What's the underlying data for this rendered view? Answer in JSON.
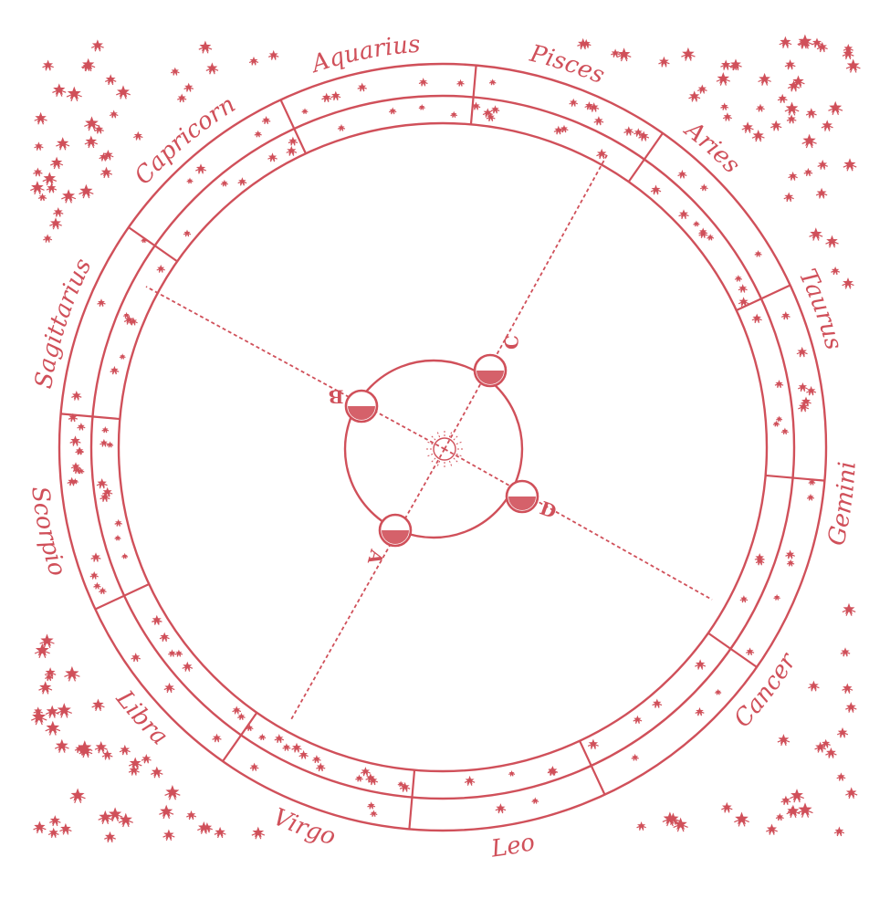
{
  "colors": {
    "ink": "#d0505a",
    "background": "#ffffff"
  },
  "diagram": {
    "zodiac_labels": [
      {
        "text": "Aquarius"
      },
      {
        "text": "Pisces"
      },
      {
        "text": "Aries"
      },
      {
        "text": "Taurus"
      },
      {
        "text": "Gemini"
      },
      {
        "text": "Cancer"
      },
      {
        "text": "Leo"
      },
      {
        "text": "Virgo"
      },
      {
        "text": "Libra"
      },
      {
        "text": "Scorpio"
      },
      {
        "text": "Sagittarius"
      },
      {
        "text": "Capricorn"
      }
    ],
    "earth_positions": [
      {
        "letter": "A"
      },
      {
        "letter": "B"
      },
      {
        "letter": "C"
      },
      {
        "letter": "D"
      }
    ]
  }
}
